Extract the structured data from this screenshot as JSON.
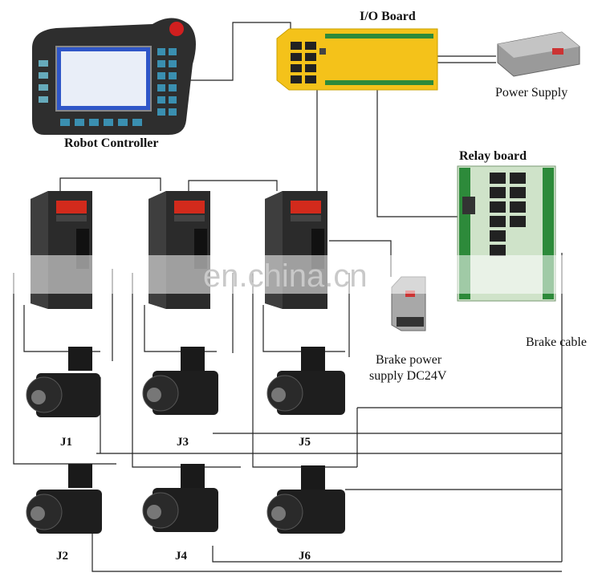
{
  "labels": {
    "robot_controller": "Robot Controller",
    "io_board": "I/O Board",
    "power_supply": "Power Supply",
    "relay_board": "Relay board",
    "brake_power_line1": "Brake power",
    "brake_power_line2": "supply DC24V",
    "brake_cable": "Brake cable",
    "j1": "J1",
    "j2": "J2",
    "j3": "J3",
    "j4": "J4",
    "j5": "J5",
    "j6": "J6"
  },
  "watermark": "en.china.cn",
  "colors": {
    "io_board": "#f4c21a",
    "servo_body": "#2b2b2b",
    "servo_display": "#d22a1c",
    "motor": "#1e1e1e",
    "relay_board": "#cfe3c9",
    "controller": "#2e2e2e",
    "controller_screen": "#2f56c8",
    "estop": "#d11f1f",
    "wire": "#222222"
  }
}
